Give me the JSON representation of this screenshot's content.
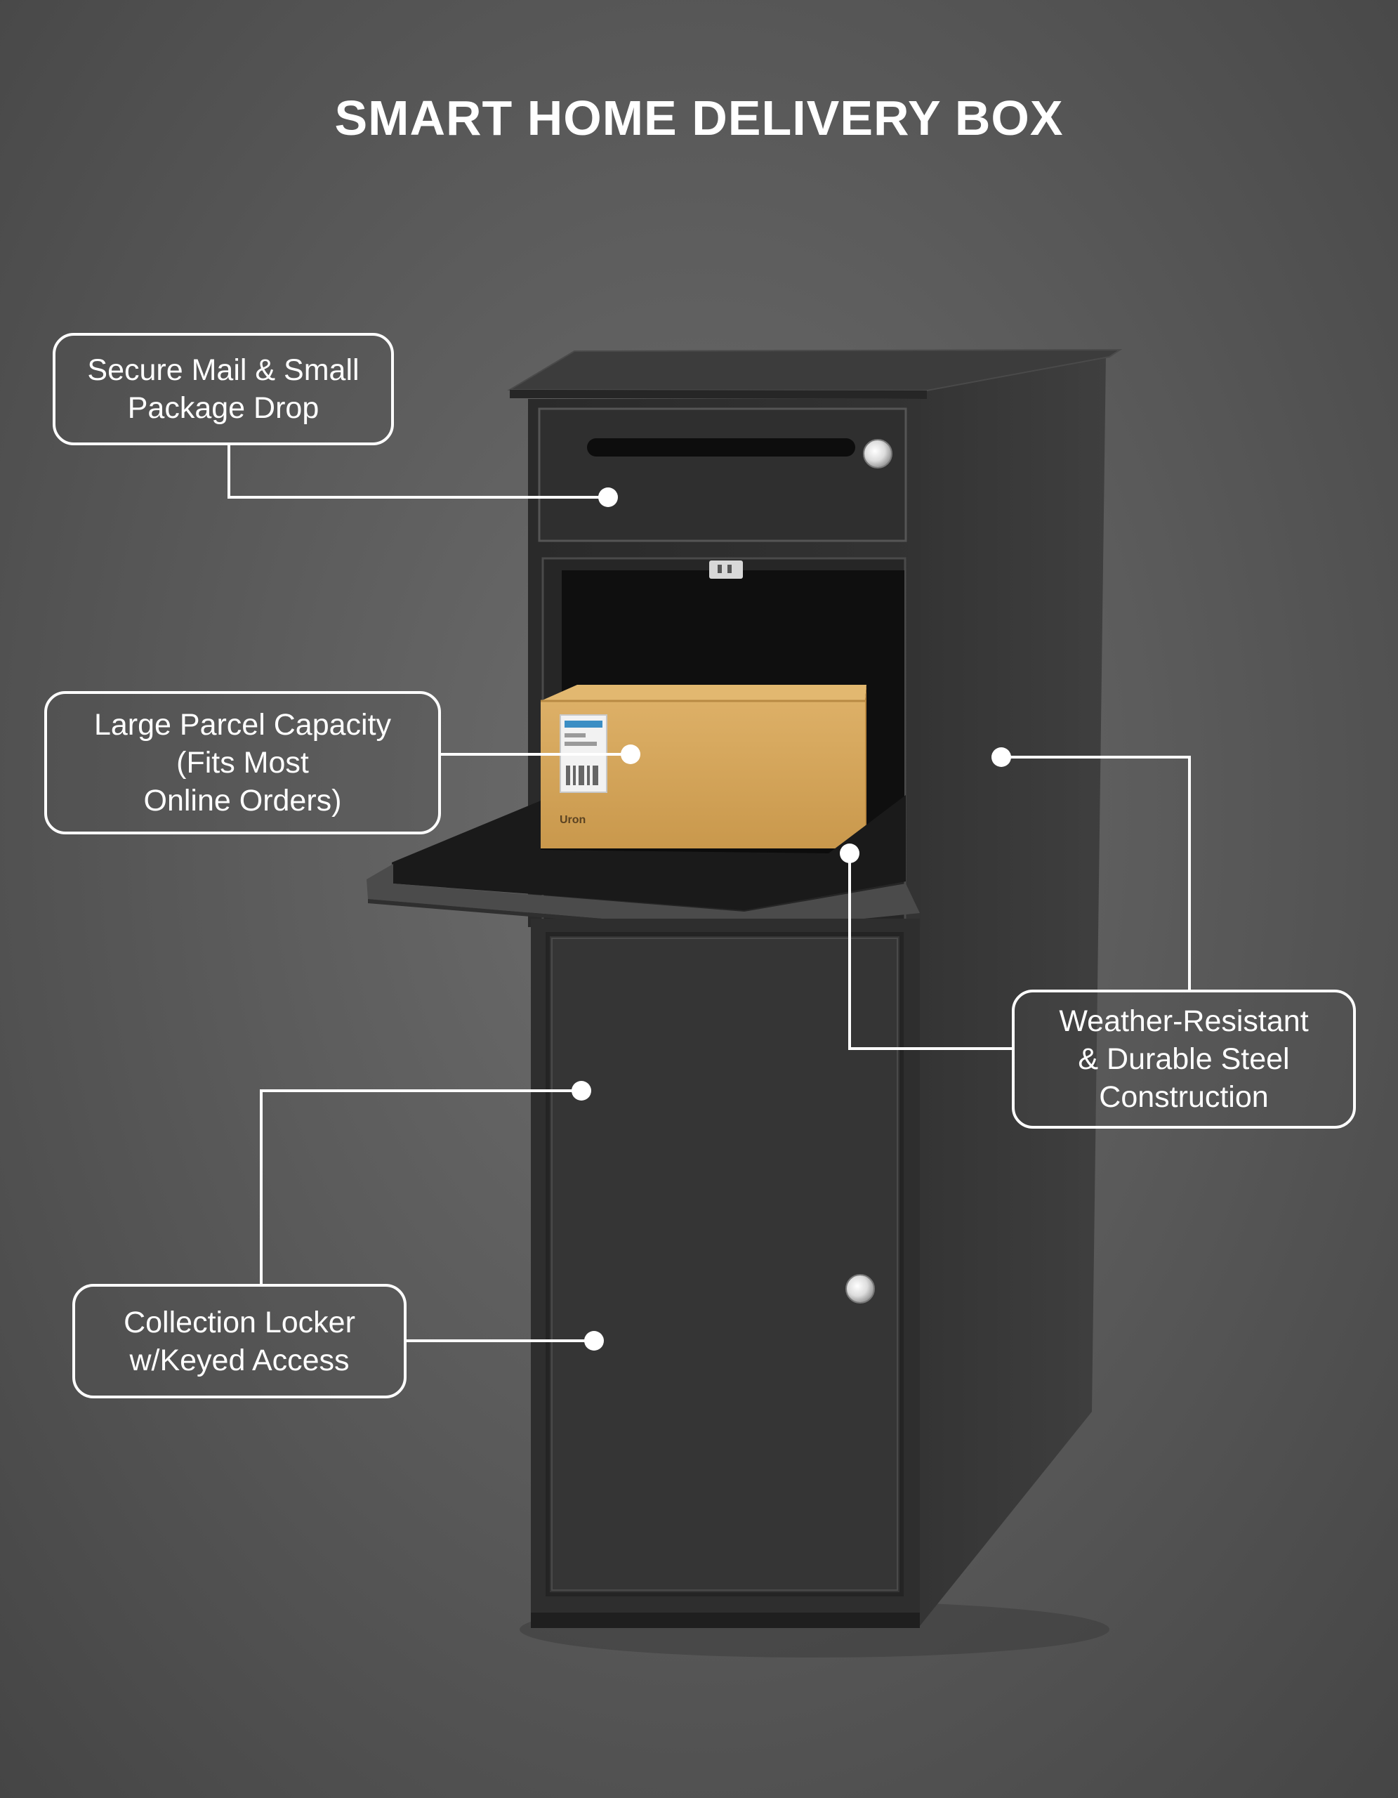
{
  "title": "SMART HOME DELIVERY BOX",
  "callouts": {
    "mail": {
      "lines": [
        "Secure Mail & Small",
        "Package Drop"
      ]
    },
    "parcel": {
      "lines": [
        "Large Parcel Capacity",
        "(Fits Most",
        "Online Orders)"
      ]
    },
    "weather": {
      "lines": [
        "Weather-Resistant",
        "& Durable Steel",
        "Construction"
      ]
    },
    "locker": {
      "lines": [
        "Collection Locker",
        "w/Keyed Access"
      ]
    }
  },
  "package_label": "Uron",
  "colors": {
    "background": "#5c5c5c",
    "cabinet": "#2e2e2e",
    "cabinet_side": "#3a3a3a",
    "box": "#d3a458",
    "callout_stroke": "#ffffff"
  }
}
